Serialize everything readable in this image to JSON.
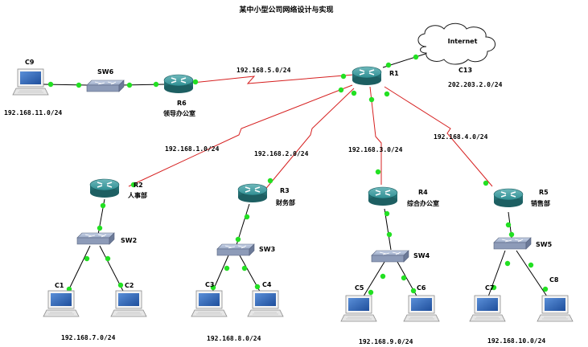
{
  "title": "某中小型公司网络设计与实现",
  "cloud": {
    "label": "Internet",
    "name": "C13",
    "network": "202.203.2.0/24"
  },
  "core_router": {
    "name": "R1"
  },
  "office_router": {
    "name": "R6",
    "dept": "领导办公室"
  },
  "office_switch": {
    "name": "SW6"
  },
  "office_pc": {
    "name": "C9",
    "network": "192.168.11.0/24"
  },
  "r1_r6_link": "192.168.5.0/24",
  "branches": [
    {
      "router": "R2",
      "dept": "人事部",
      "wan": "192.168.1.0/24",
      "switch": "SW2",
      "pcs": [
        "C1",
        "C2"
      ],
      "lan": "192.168.7.0/24"
    },
    {
      "router": "R3",
      "dept": "财务部",
      "wan": "192.168.2.0/24",
      "switch": "SW3",
      "pcs": [
        "C3",
        "C4"
      ],
      "lan": "192.168.8.0/24"
    },
    {
      "router": "R4",
      "dept": "综合办公室",
      "wan": "192.168.3.0/24",
      "switch": "SW4",
      "pcs": [
        "C5",
        "C6"
      ],
      "lan": "192.168.9.0/24"
    },
    {
      "router": "R5",
      "dept": "销售部",
      "wan": "192.168.4.0/24",
      "switch": "SW5",
      "pcs": [
        "C7",
        "C8"
      ],
      "lan": "192.168.10.0/24"
    }
  ],
  "colors": {
    "serial_link": "#d62020",
    "ethernet_link": "#000000",
    "port_dot": "#22e022",
    "device_teal": "#2f8f93"
  },
  "icons": {
    "router": "router-icon",
    "switch": "switch-icon",
    "pc": "pc-icon",
    "cloud": "cloud-icon"
  }
}
